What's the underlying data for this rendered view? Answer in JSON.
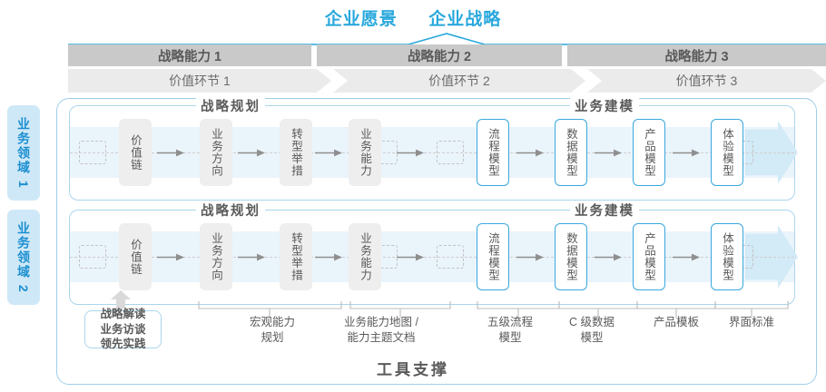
{
  "header": {
    "vision_title": "企业愿景",
    "strategy_title": "企业战略",
    "accent_color": "#29a8dd"
  },
  "capabilities": [
    {
      "label": "战略能力 1"
    },
    {
      "label": "战略能力 2"
    },
    {
      "label": "战略能力 3"
    }
  ],
  "value_links": [
    {
      "label": "价值环节 1"
    },
    {
      "label": "价值环节 2"
    },
    {
      "label": "价值环节 3"
    }
  ],
  "domains": [
    {
      "label": "业务领域 1"
    },
    {
      "label": "业务领域 2"
    }
  ],
  "sections": {
    "planning": "战略规划",
    "modeling": "业务建模"
  },
  "nodes": {
    "planning": [
      {
        "label": "价值链",
        "style": "gray"
      },
      {
        "label": "业务方向",
        "style": "gray"
      },
      {
        "label": "转型举措",
        "style": "gray"
      },
      {
        "label": "业务能力",
        "style": "gray"
      }
    ],
    "modeling": [
      {
        "label": "流程模型",
        "style": "blue"
      },
      {
        "label": "数据模型",
        "style": "blue"
      },
      {
        "label": "产品模型",
        "style": "blue"
      },
      {
        "label": "体验模型",
        "style": "blue"
      }
    ]
  },
  "tools": {
    "first": "战略解读\n业务访谈\n领先实践",
    "first_lines": [
      "战略解读",
      "业务访谈",
      "领先实践"
    ],
    "items": [
      {
        "lines": [
          "宏观能力",
          "规划"
        ]
      },
      {
        "lines": [
          "业务能力地图 /",
          "能力主题文档"
        ]
      },
      {
        "lines": [
          "五级流程",
          "模型"
        ]
      },
      {
        "lines": [
          "C 级数据",
          "模型"
        ]
      },
      {
        "lines": [
          "产品模板"
        ]
      },
      {
        "lines": [
          "界面标准"
        ]
      }
    ]
  },
  "footer": {
    "title": "工具支撑"
  }
}
